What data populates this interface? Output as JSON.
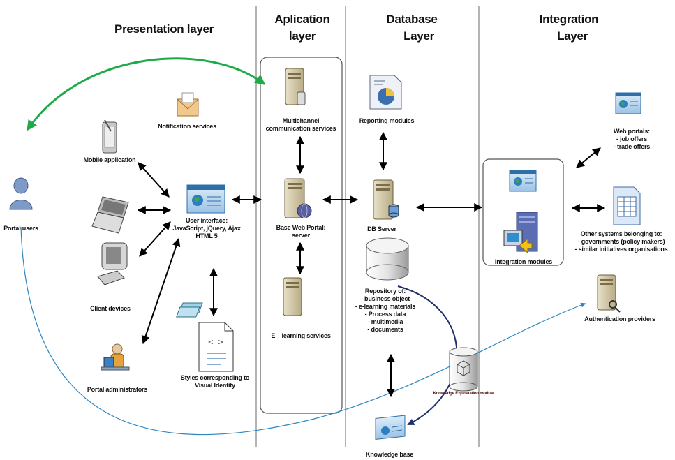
{
  "layers": {
    "presentation": "Presentation layer",
    "application_1": "Aplication",
    "application_2": "layer",
    "database_1": "Database",
    "database_2": "Layer",
    "integration_1": "Integration",
    "integration_2": "Layer"
  },
  "nodes": {
    "portal_users": "Portal users",
    "mobile_app": "Mobile application",
    "notification": "Notification services",
    "client_devices": "Client devices",
    "portal_admins": "Portal administrators",
    "user_interface": "User interface:\nJavaScript, jQuery, Ajax\nHTML 5",
    "styles": "Styles corresponding to\nVisual Identity",
    "multichannel": "Multichannel\ncommunication services",
    "base_portal": "Base Web Portal:\nserver",
    "elearning": "E – learning services",
    "reporting": "Reporting modules",
    "db_server": "DB Server",
    "repository": "Repository of:\n- business object\n- e-learning materials\n- Process data\n- multimedia\n- documents",
    "knowledge_module": "Knowledge Exploatation module",
    "knowledge_base": "Knowledge base",
    "web_portals": "Web portals:\n- job offers\n- trade offers",
    "integration_modules": "Integration modules",
    "other_systems": "Other systems belonging to:\n- governments (policy makers)\n- similar initiatives organisations",
    "auth_providers": "Authentication providers"
  },
  "colors": {
    "green_arrow": "#1faa4a",
    "blue_curve": "#2e86c1",
    "navy_curve": "#1f2f6b",
    "divider": "#888888",
    "arrow": "#000000"
  }
}
